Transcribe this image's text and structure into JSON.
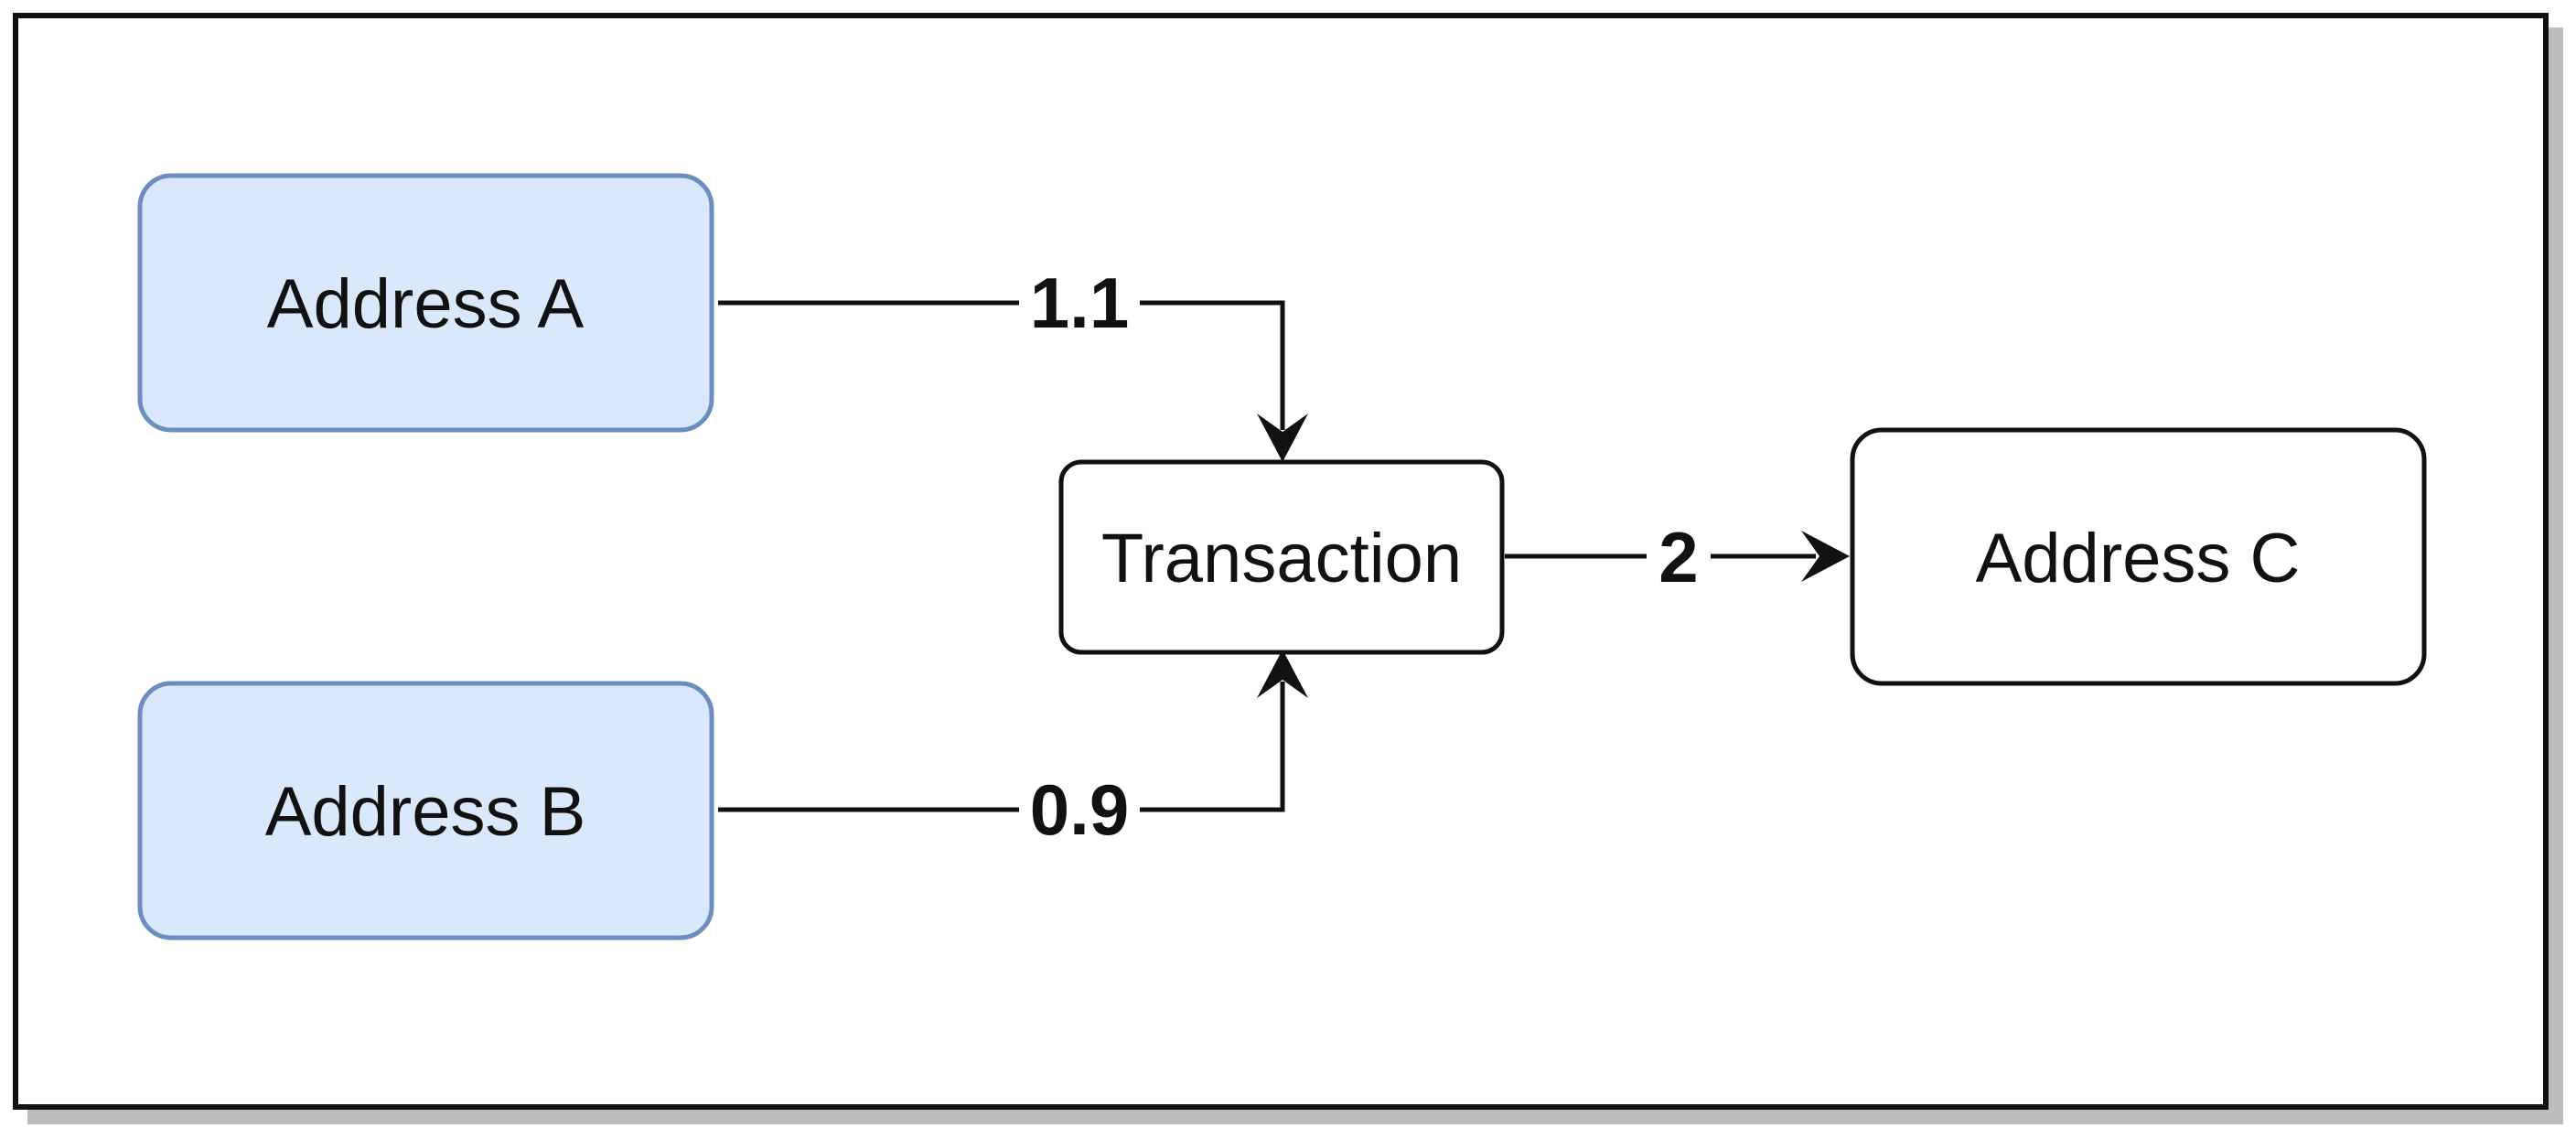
{
  "diagram": {
    "colors": {
      "source_fill": "#dae8fc",
      "source_stroke": "#6c8ebf",
      "plain_fill": "#ffffff",
      "plain_stroke": "#111111",
      "edge": "#111111"
    },
    "nodes": {
      "address_a": "Address A",
      "address_b": "Address B",
      "transaction": "Transaction",
      "address_c": "Address C"
    },
    "edges": [
      {
        "from": "Address A",
        "to": "Transaction",
        "label": "1.1"
      },
      {
        "from": "Address B",
        "to": "Transaction",
        "label": "0.9"
      },
      {
        "from": "Transaction",
        "to": "Address C",
        "label": "2"
      }
    ]
  }
}
